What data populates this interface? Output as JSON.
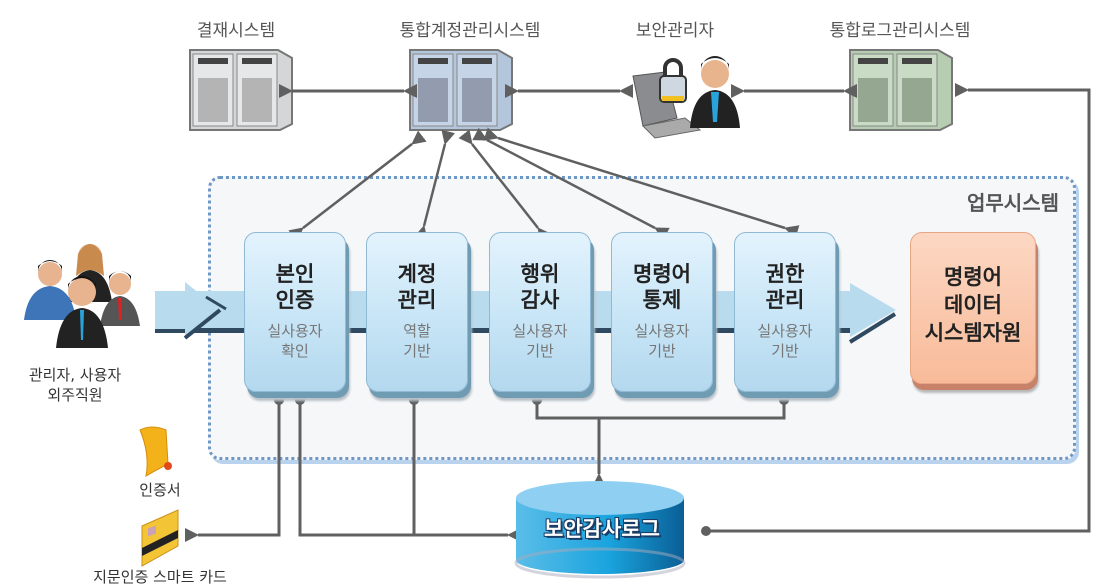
{
  "top_systems": [
    {
      "label": "결재시스템",
      "icon": "server-rack-gray",
      "color": "#d4d6d8"
    },
    {
      "label": "통합계정관리시스템",
      "icon": "server-rack-blue",
      "color": "#b3c6dc"
    },
    {
      "label": "보안관리자",
      "icon": "security-admin-laptop-lock"
    },
    {
      "label": "통합로그관리시스템",
      "icon": "server-rack-green",
      "color": "#b7cdb1"
    }
  ],
  "business_system": {
    "title": "업무시스템",
    "modules": [
      {
        "title_line1": "본인",
        "title_line2": "인증",
        "sub_line1": "실사용자",
        "sub_line2": "확인"
      },
      {
        "title_line1": "계정",
        "title_line2": "관리",
        "sub_line1": "역할",
        "sub_line2": "기반"
      },
      {
        "title_line1": "행위",
        "title_line2": "감사",
        "sub_line1": "실사용자",
        "sub_line2": "기반"
      },
      {
        "title_line1": "명령어",
        "title_line2": "통제",
        "sub_line1": "실사용자",
        "sub_line2": "기반"
      },
      {
        "title_line1": "권한",
        "title_line2": "관리",
        "sub_line1": "실사용자",
        "sub_line2": "기반"
      }
    ],
    "resource": {
      "line1": "명령어",
      "line2": "데이터",
      "line3": "시스템자원"
    }
  },
  "users": {
    "line1": "관리자, 사용자",
    "line2": "외주직원",
    "icon": "user-group"
  },
  "certificate": {
    "label": "인증서",
    "icon": "certificate-scroll"
  },
  "smart_card": {
    "label": "지문인증 스마트 카드",
    "icon": "smart-card"
  },
  "audit_log": {
    "label": "보안감사로그",
    "icon": "database-cylinder"
  },
  "colors": {
    "arrow": "#606060",
    "flow_band": "#b9dbee",
    "module_fill": "#c7e5f6",
    "resource_fill": "#f8bb99",
    "database": "#1c9ad6"
  }
}
